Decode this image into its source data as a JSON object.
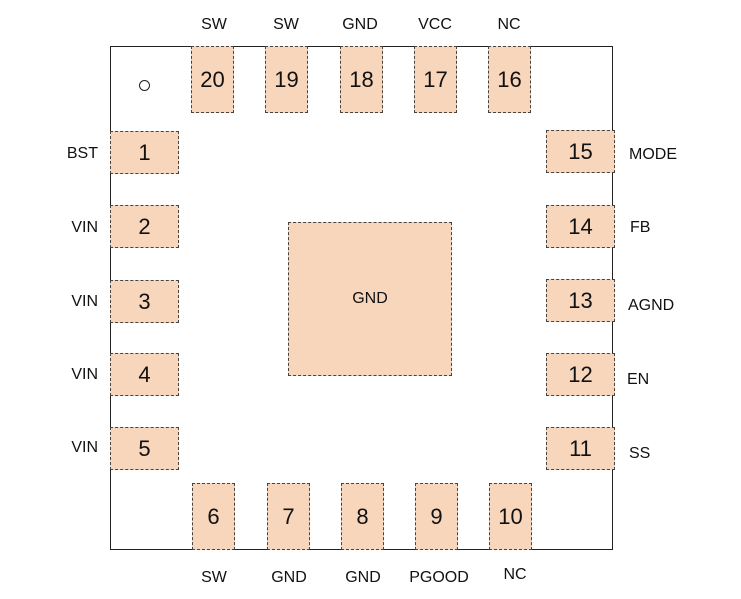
{
  "exposed_pad_label": "GND",
  "colors": {
    "pad_fill": "#f8d6bc",
    "outline": "#222222"
  },
  "pins": {
    "p1": {
      "number": "1",
      "name": "BST"
    },
    "p2": {
      "number": "2",
      "name": "VIN"
    },
    "p3": {
      "number": "3",
      "name": "VIN"
    },
    "p4": {
      "number": "4",
      "name": "VIN"
    },
    "p5": {
      "number": "5",
      "name": "VIN"
    },
    "p6": {
      "number": "6",
      "name": "SW"
    },
    "p7": {
      "number": "7",
      "name": "GND"
    },
    "p8": {
      "number": "8",
      "name": "GND"
    },
    "p9": {
      "number": "9",
      "name": "PGOOD"
    },
    "p10": {
      "number": "10",
      "name": "NC"
    },
    "p11": {
      "number": "11",
      "name": "SS"
    },
    "p12": {
      "number": "12",
      "name": "EN"
    },
    "p13": {
      "number": "13",
      "name": "AGND"
    },
    "p14": {
      "number": "14",
      "name": "FB"
    },
    "p15": {
      "number": "15",
      "name": "MODE"
    },
    "p16": {
      "number": "16",
      "name": "NC"
    },
    "p17": {
      "number": "17",
      "name": "VCC"
    },
    "p18": {
      "number": "18",
      "name": "GND"
    },
    "p19": {
      "number": "19",
      "name": "SW"
    },
    "p20": {
      "number": "20",
      "name": "SW"
    }
  }
}
